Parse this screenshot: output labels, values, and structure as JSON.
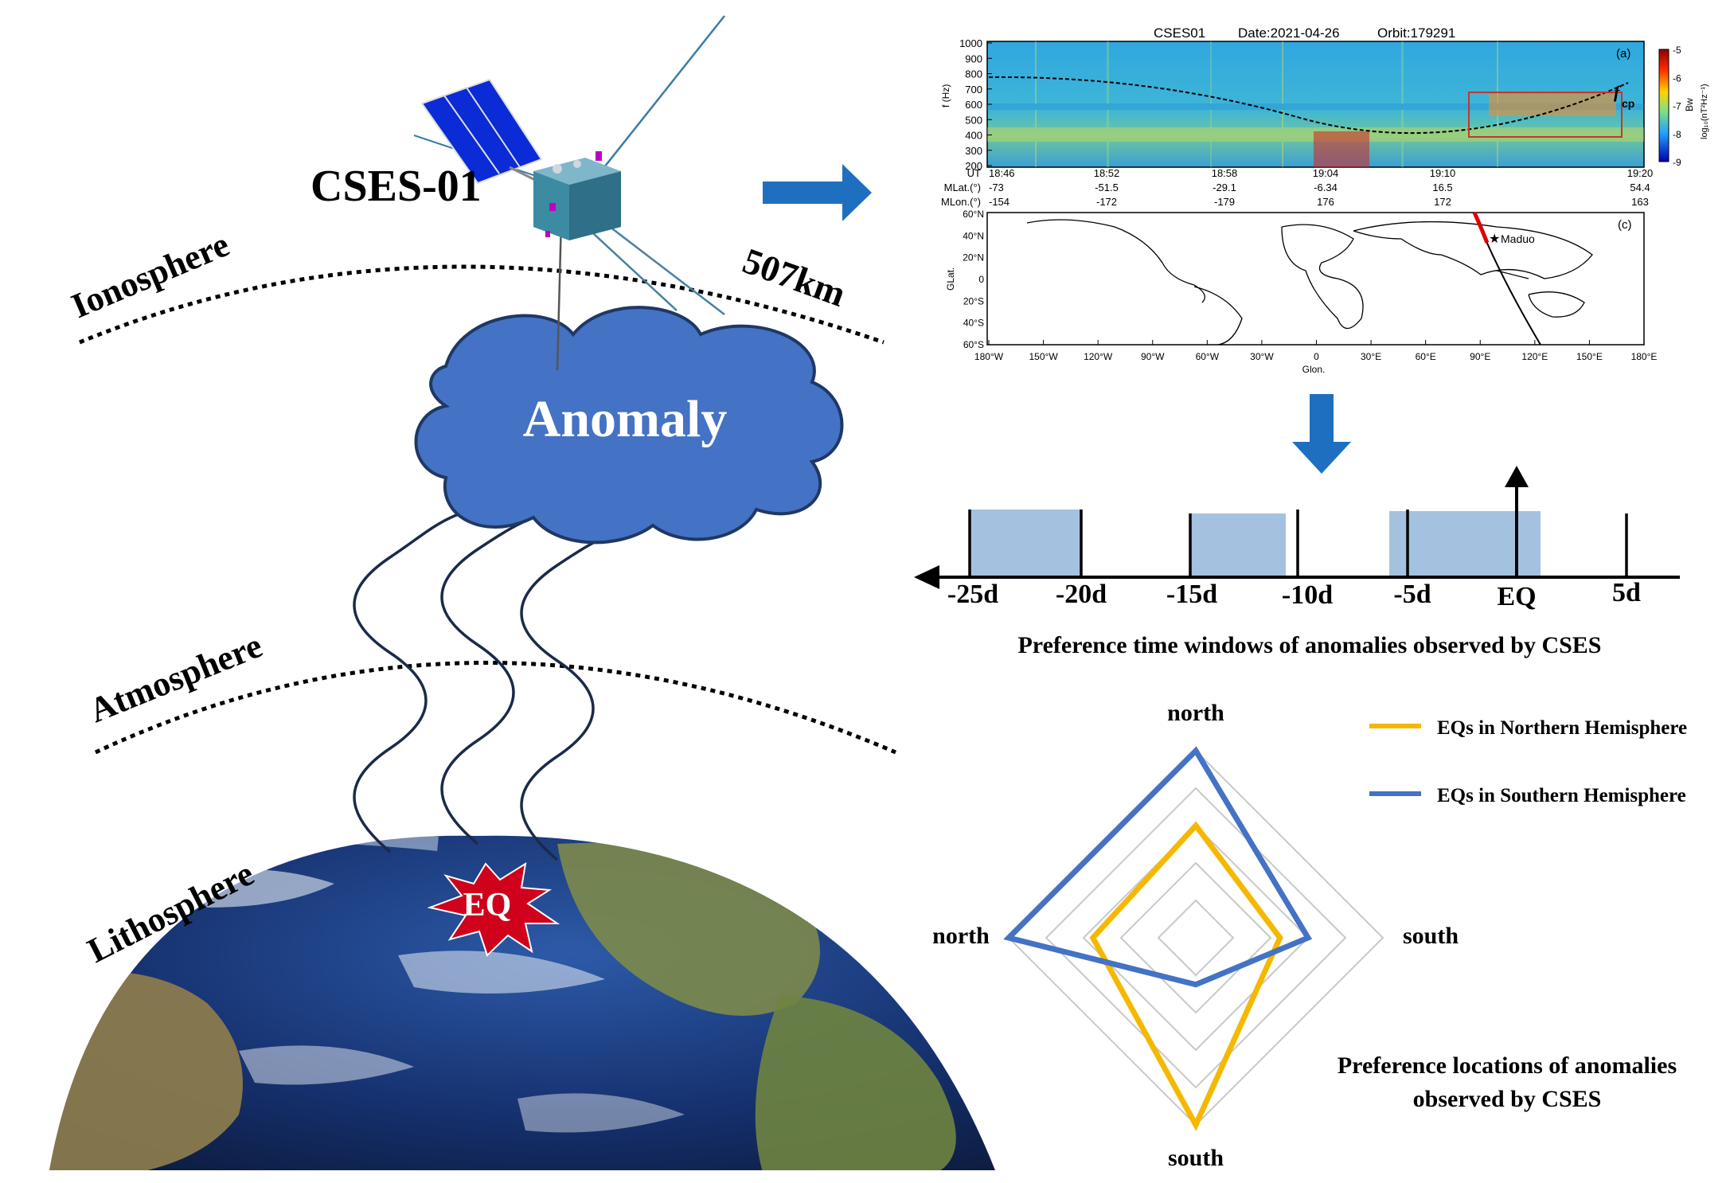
{
  "left_panel": {
    "satellite_label": "CSES-01",
    "altitude_label": "507km",
    "layer_labels": {
      "ionosphere": "Ionosphere",
      "atmosphere": "Atmosphere",
      "lithosphere": "Lithosphere"
    },
    "cloud_label": "Anomaly",
    "eq_label": "EQ",
    "colors": {
      "cloud_fill": "#4472c4",
      "cloud_stroke": "#1f3864",
      "eq_fill": "#d0021b",
      "arrow_blue": "#1f6fc1",
      "panel_blue": "#0b2bd6"
    }
  },
  "spectrogram": {
    "header": {
      "satellite": "CSES01",
      "date": "Date:2021-04-26",
      "orbit": "Orbit:179291"
    },
    "panel_labels": {
      "a": "(a)",
      "c": "(c)"
    },
    "y_axis_label": "f (Hz)",
    "y_ticks": [
      "1000",
      "900",
      "800",
      "700",
      "600",
      "500",
      "400",
      "300",
      "200"
    ],
    "curve_label_f": "f",
    "curve_label_sub": "cp",
    "colorbar": {
      "ticks": [
        "-5",
        "-6",
        "-7",
        "-8",
        "-9"
      ],
      "label_top": "Bw",
      "label_bottom": "log₁₀(nT²Hz⁻¹)"
    },
    "time_rows": {
      "labels": [
        "UT",
        "MLat.(°)",
        "MLon.(°)"
      ],
      "ut": [
        "18:46",
        "18:52",
        "18:58",
        "19:04",
        "19:10",
        "19:20"
      ],
      "mlat": [
        "-73",
        "-51.5",
        "-29.1",
        "-6.34",
        "16.5",
        "54.4"
      ],
      "mlon": [
        "-154",
        "-172",
        "-179",
        "176",
        "172",
        "163"
      ]
    }
  },
  "world_map": {
    "lat_ticks": [
      "60°N",
      "40°N",
      "20°N",
      "0",
      "20°S",
      "40°S",
      "60°S"
    ],
    "lon_ticks": [
      "180°W",
      "150°W",
      "120°W",
      "90°W",
      "60°W",
      "30°W",
      "0",
      "30°E",
      "60°E",
      "90°E",
      "120°E",
      "150°E",
      "180°E"
    ],
    "x_axis_label": "Glon.",
    "y_axis_label": "GLat.",
    "event_label": "Maduo"
  },
  "timeline": {
    "ticks": [
      "-25d",
      "-20d",
      "-15d",
      "-10d",
      "-5d",
      "EQ",
      "5d"
    ],
    "caption": "Preference time windows of anomalies observed by CSES",
    "window_color": "#a4c2e0"
  },
  "radar": {
    "axis_labels": {
      "top": "north",
      "left": "north",
      "right": "south",
      "bottom": "south"
    },
    "legend": [
      "EQs in Northern Hemisphere",
      "EQs in Southern Hemisphere"
    ],
    "series": [
      {
        "values": {
          "top": 0.6,
          "left": 0.55,
          "right": 0.45,
          "bottom": 1.0
        },
        "color": "#f5b800"
      },
      {
        "values": {
          "top": 1.0,
          "left": 1.0,
          "right": 0.6,
          "bottom": 0.25
        },
        "color": "#4472c4"
      }
    ],
    "caption_line1": "Preference locations of anomalies",
    "caption_line2": "observed by CSES"
  }
}
